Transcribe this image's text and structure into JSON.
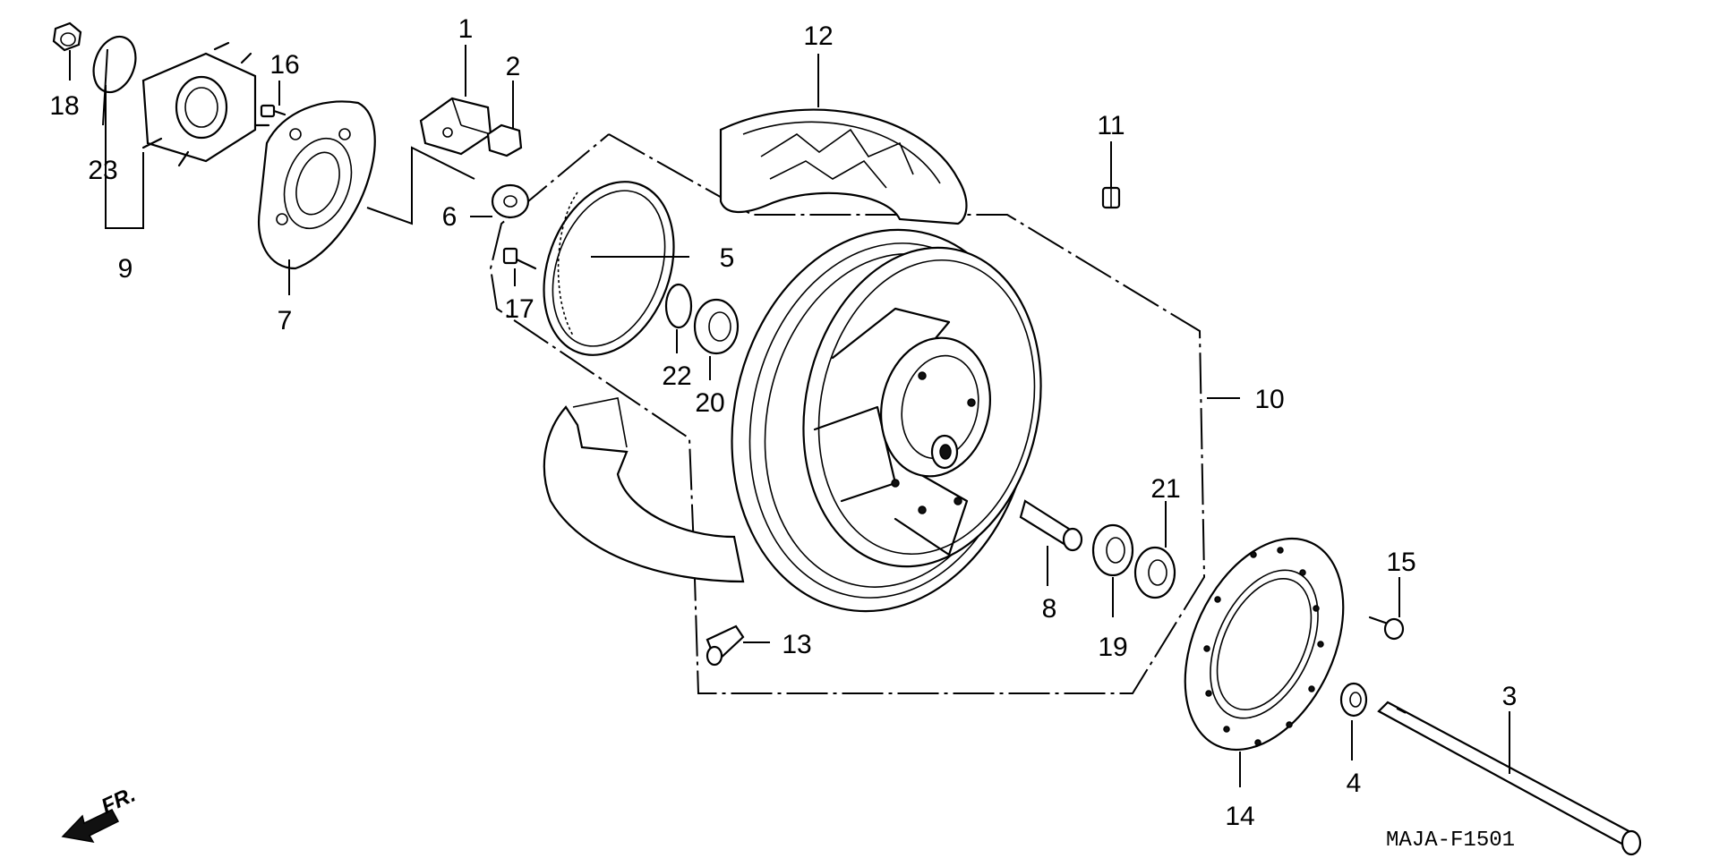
{
  "diagram": {
    "code": "MAJA-F1501",
    "front_marker": "FR.",
    "labels": {
      "p1": "1",
      "p2": "2",
      "p3": "3",
      "p4": "4",
      "p5": "5",
      "p6": "6",
      "p7": "7",
      "p8": "8",
      "p9": "9",
      "p10": "10",
      "p11": "11",
      "p12": "12",
      "p13": "13",
      "p14": "14",
      "p15": "15",
      "p16": "16",
      "p17": "17",
      "p18": "18",
      "p19": "19",
      "p20": "20",
      "p21": "21",
      "p22": "22",
      "p23": "23"
    }
  }
}
